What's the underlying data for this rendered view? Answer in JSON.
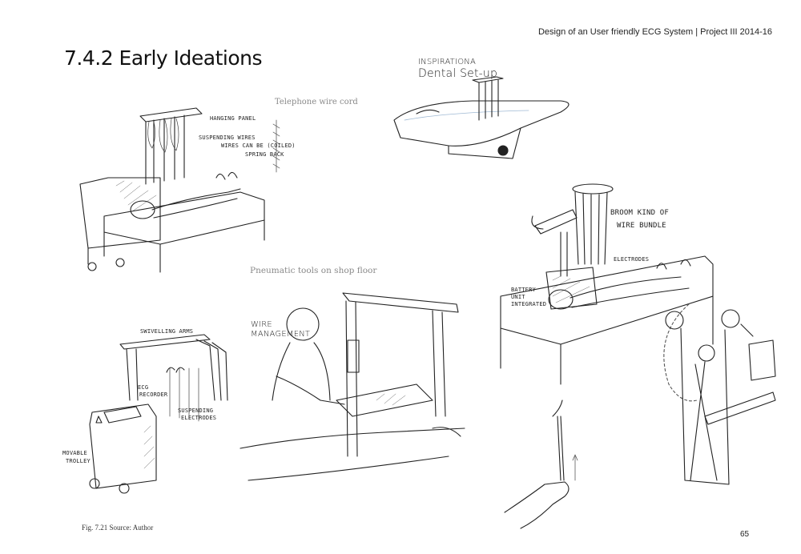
{
  "header": {
    "running_title": "Design of an User friendly ECG System  |  Project  III  2014-16"
  },
  "page": {
    "title": "7.4.2  Early Ideations",
    "number": "65"
  },
  "figure": {
    "caption": "Fig. 7.21   Source: Author"
  },
  "notes": {
    "telephone_wire": "Telephone wire cord",
    "pneumatic_tools": "Pneumatic tools on shop floor"
  },
  "sketches": {
    "hanging_panel": {
      "labels": [
        "Hanging panel",
        "Suspending wires",
        "Wires can be (coiled)",
        "spring back"
      ]
    },
    "dental_setup": {
      "labels": [
        "Inspirationa",
        "Dental Set-up"
      ]
    },
    "broom_bundle": {
      "labels": [
        "Broom kind of",
        "wire bundle",
        "Electrodes",
        "Battery",
        "unit",
        "integrated"
      ]
    },
    "swivelling_arm": {
      "labels": [
        "Swivelling arms",
        "ECG",
        "recorder",
        "Suspending",
        "electrodes",
        "Movable",
        "trolley"
      ]
    },
    "wire_management": {
      "labels": [
        "Wire",
        "Management"
      ]
    }
  }
}
